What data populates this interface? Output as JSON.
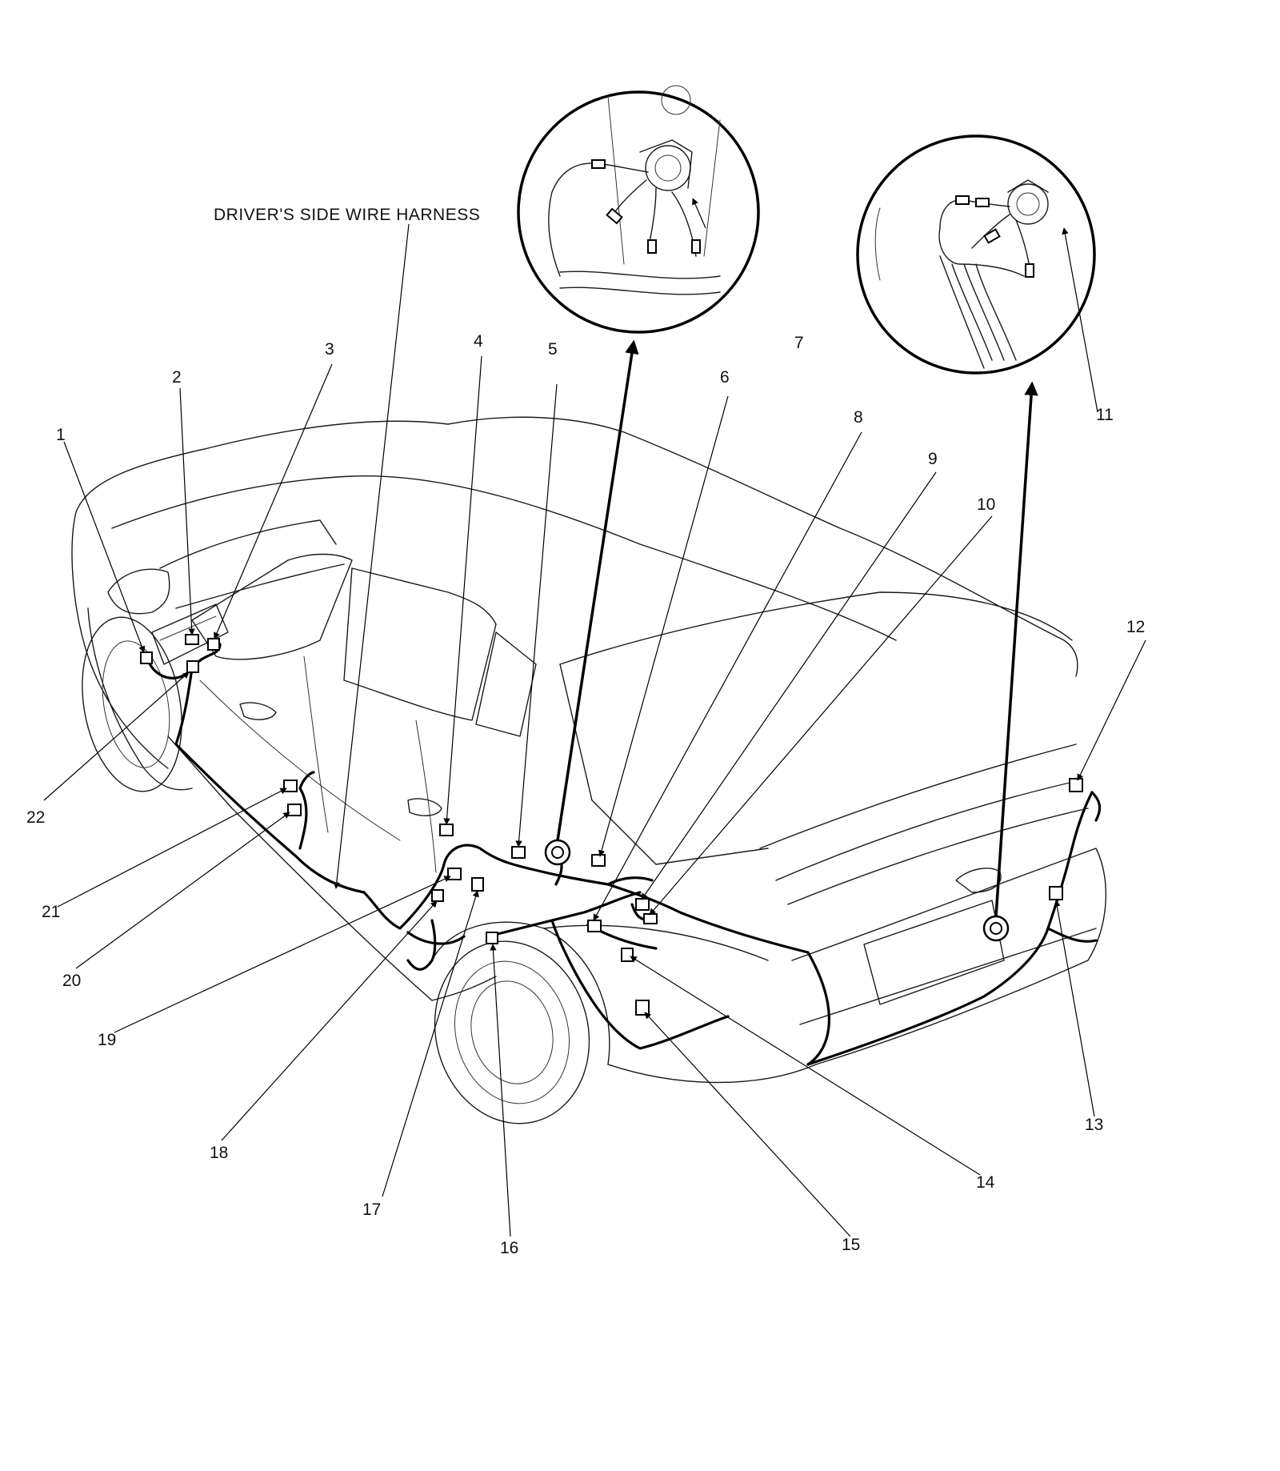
{
  "diagram": {
    "harness_label": "DRIVER'S SIDE WIRE HARNESS",
    "callouts": [
      "1",
      "2",
      "3",
      "4",
      "5",
      "6",
      "7",
      "8",
      "9",
      "10",
      "11",
      "12",
      "13",
      "14",
      "15",
      "16",
      "17",
      "18",
      "19",
      "20",
      "21",
      "22"
    ]
  }
}
